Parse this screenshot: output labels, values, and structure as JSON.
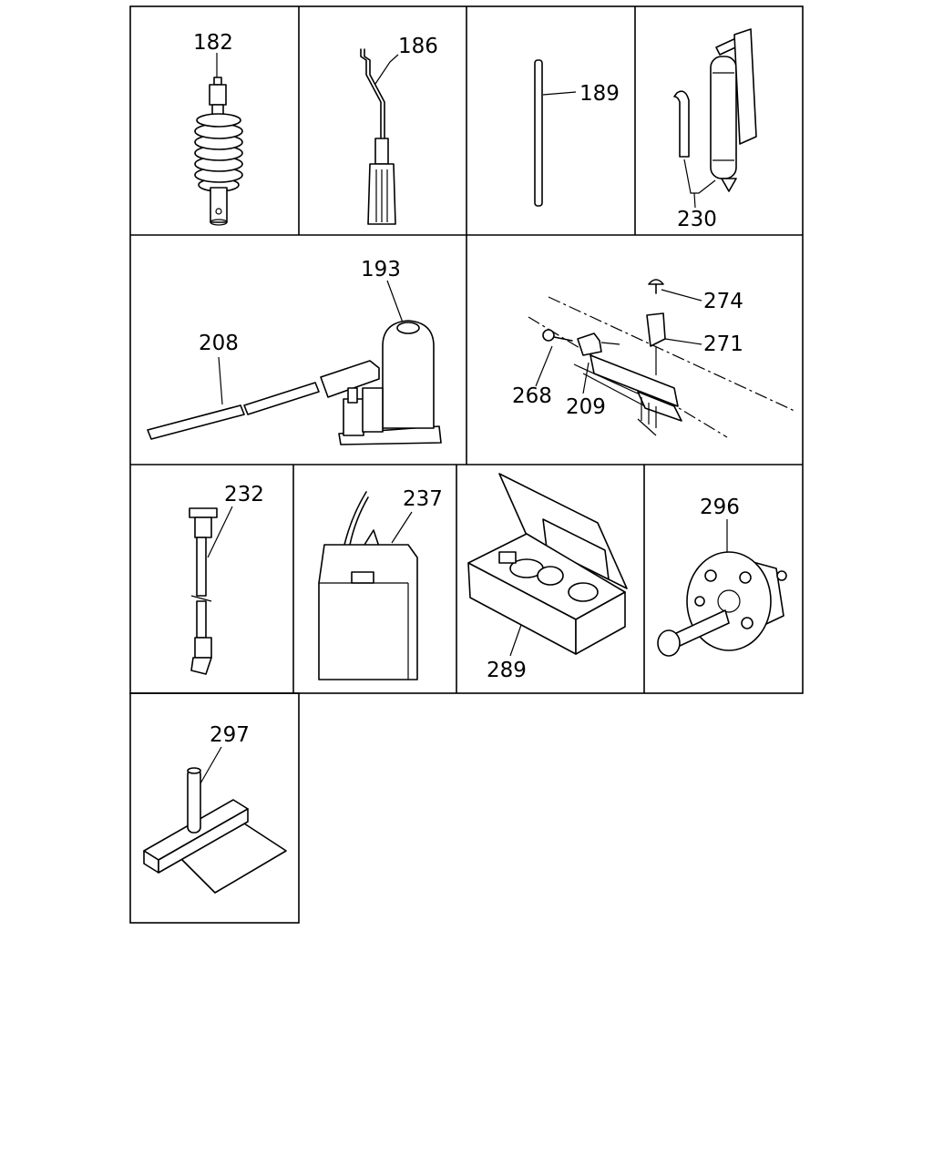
{
  "parts": {
    "p182": "182",
    "p186": "186",
    "p189": "189",
    "p230": "230",
    "p193": "193",
    "p208": "208",
    "p274": "274",
    "p271": "271",
    "p268": "268",
    "p209": "209",
    "p232": "232",
    "p237": "237",
    "p289": "289",
    "p296": "296",
    "p297": "297"
  }
}
